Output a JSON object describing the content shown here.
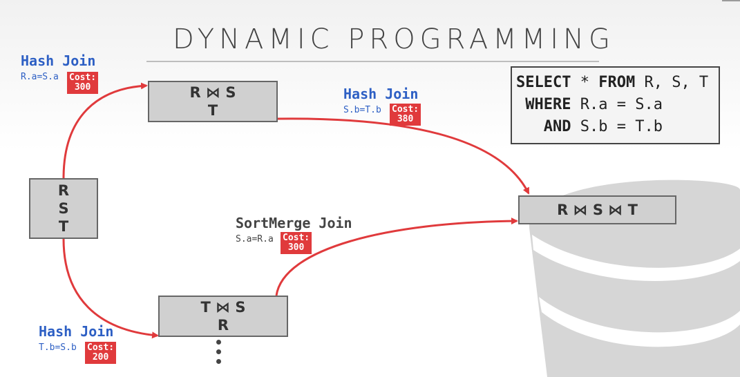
{
  "slide": {
    "title": "DYNAMIC PROGRAMMING"
  },
  "nodes": {
    "rst": [
      "R",
      "S",
      "T"
    ],
    "rs_t": [
      "R ⋈ S",
      "T"
    ],
    "ts_r": [
      "T ⋈ S",
      "R"
    ],
    "rst_final": "R ⋈ S ⋈ T"
  },
  "edges": {
    "top_left": {
      "op": "Hash Join",
      "pred": "R.a=S.a",
      "cost_label": "Cost:",
      "cost_value": "300"
    },
    "bottom_left": {
      "op": "Hash Join",
      "pred": "T.b=S.b",
      "cost_label": "Cost:",
      "cost_value": "200"
    },
    "top_right": {
      "op": "Hash Join",
      "pred": "S.b=T.b",
      "cost_label": "Cost:",
      "cost_value": "380"
    },
    "bottom_right": {
      "op": "SortMerge Join",
      "pred": "S.a=R.a",
      "cost_label": "Cost:",
      "cost_value": "300"
    }
  },
  "sql": {
    "line1_kw1": "SELECT",
    "line1_rest1": " * ",
    "line1_kw2": "FROM",
    "line1_rest2": " R, S, T",
    "line2_kw": "WHERE",
    "line2_rest": " R.a = S.a",
    "line3_kw": "AND",
    "line3_rest": " S.b = T.b"
  },
  "colors": {
    "arrow": "#e03a3c",
    "op_blue": "#2d5fc4",
    "node_fill": "#d0d0d0"
  },
  "icons": [
    "database-icon",
    "ellipsis-icon"
  ]
}
